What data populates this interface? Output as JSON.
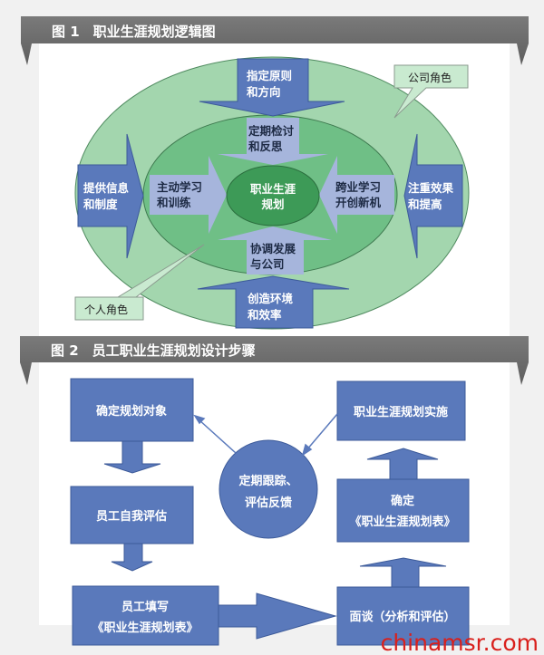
{
  "figure1": {
    "title": "图 1　职业生涯规划逻辑图",
    "center": [
      "职业生涯",
      "规划"
    ],
    "outer_arrows": {
      "top": [
        "指定原则",
        "和方向"
      ],
      "left": [
        "提供信息",
        "和制度"
      ],
      "right": [
        "注重效果",
        "和提高"
      ],
      "bottom": [
        "创造环境",
        "和效率"
      ]
    },
    "inner_arrows": {
      "top": [
        "定期检讨",
        "和反思"
      ],
      "left": [
        "主动学习",
        "和训练"
      ],
      "right": [
        "跨业学习",
        "开创新机"
      ],
      "bottom": [
        "协调发展",
        "与公司"
      ]
    },
    "callout_company": "公司角色",
    "callout_personal": "个人角色"
  },
  "figure2": {
    "title": "图 2　员工职业生涯规划设计步骤",
    "steps": {
      "define_target": [
        "确定规划对象"
      ],
      "self_assess": [
        "员工自我评估"
      ],
      "fill_form": [
        "员工填写",
        "《职业生涯规划表》"
      ],
      "interview": [
        "面谈（分析和评估）"
      ],
      "confirm_form": [
        "确定",
        "《职业生涯规划表》"
      ],
      "implement": [
        "职业生涯规划实施"
      ]
    },
    "feedback": [
      "定期跟踪、",
      "评估反馈"
    ]
  },
  "watermark": "chinamsr.com",
  "colors": {
    "blue": "#5a79bb",
    "light_arrow": "#a6b5dc",
    "outer_green": "#a3d6ae",
    "inner_green": "#6fbf86",
    "core_green": "#3d9a57",
    "header": "#6a6a6a"
  }
}
